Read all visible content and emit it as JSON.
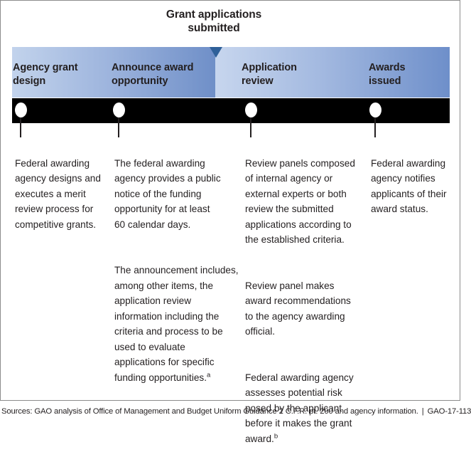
{
  "title": "Grant applications\nsubmitted",
  "marker": {
    "name": "grant-applications-submitted-marker"
  },
  "phases": [
    {
      "label": "Agency grant\ndesign"
    },
    {
      "label": "Announce award\nopportunity"
    },
    {
      "label": "Application\nreview"
    },
    {
      "label": "Awards\nissued"
    }
  ],
  "columns": [
    {
      "paragraphs": [
        {
          "text": "Federal awarding agency designs and executes a merit review process for competitive grants.",
          "note": ""
        }
      ]
    },
    {
      "paragraphs": [
        {
          "text": "The federal awarding agency provides a public notice of the funding opportunity for at least\n60 calendar days.",
          "note": ""
        },
        {
          "text": "The announcement includes, among other items, the\napplication review information including the criteria and process to be used to evaluate applications for specific funding opportunities.",
          "note": "a"
        }
      ]
    },
    {
      "paragraphs": [
        {
          "text": "Review panels composed of internal agency or external experts or both review the submitted applications according to the established criteria.",
          "note": ""
        },
        {
          "text": "Review panel makes award recommendations to the agency awarding official.",
          "note": ""
        },
        {
          "text": "Federal awarding agency assesses potential risk posed by the applicant before it makes the grant award.",
          "note": "b"
        }
      ]
    },
    {
      "paragraphs": [
        {
          "text": "Federal awarding agency notifies applicants of their award status.",
          "note": ""
        }
      ]
    }
  ],
  "footer": {
    "sources": "Sources: GAO analysis of Office of Management and Budget Uniform Guidance 2 C.F.R. pt. 200 and agency information.",
    "separator": "|",
    "report_id": "GAO-17-113"
  },
  "colors": {
    "gradient_light": "#c2d3ec",
    "gradient_dark": "#6e8fca",
    "marker": "#2f6099",
    "timeline": "#000000",
    "text": "#231f20"
  }
}
